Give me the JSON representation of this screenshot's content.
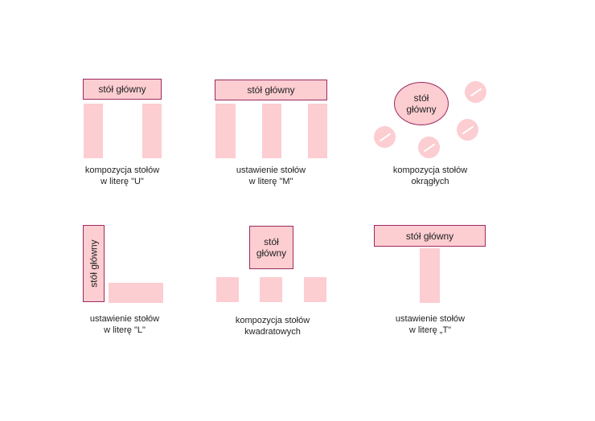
{
  "colors": {
    "fill": "#fccdd1",
    "border": "#9c2a5f",
    "background": "#ffffff"
  },
  "labels": {
    "head_table": "stół główny",
    "head_line1": "stół",
    "head_line2": "główny"
  },
  "captions": {
    "u": [
      "kompozycja stołów",
      "w literę \"U\""
    ],
    "m": [
      "ustawienie stołów",
      "w literę \"M\""
    ],
    "round": [
      "kompozycja stołów",
      "okrągłych"
    ],
    "l": [
      "ustawienie stołów",
      "w literę \"L\""
    ],
    "square": [
      "kompozycja stołów",
      "kwadratowych"
    ],
    "t": [
      "ustawienie stołów",
      "w literę „T\""
    ]
  }
}
